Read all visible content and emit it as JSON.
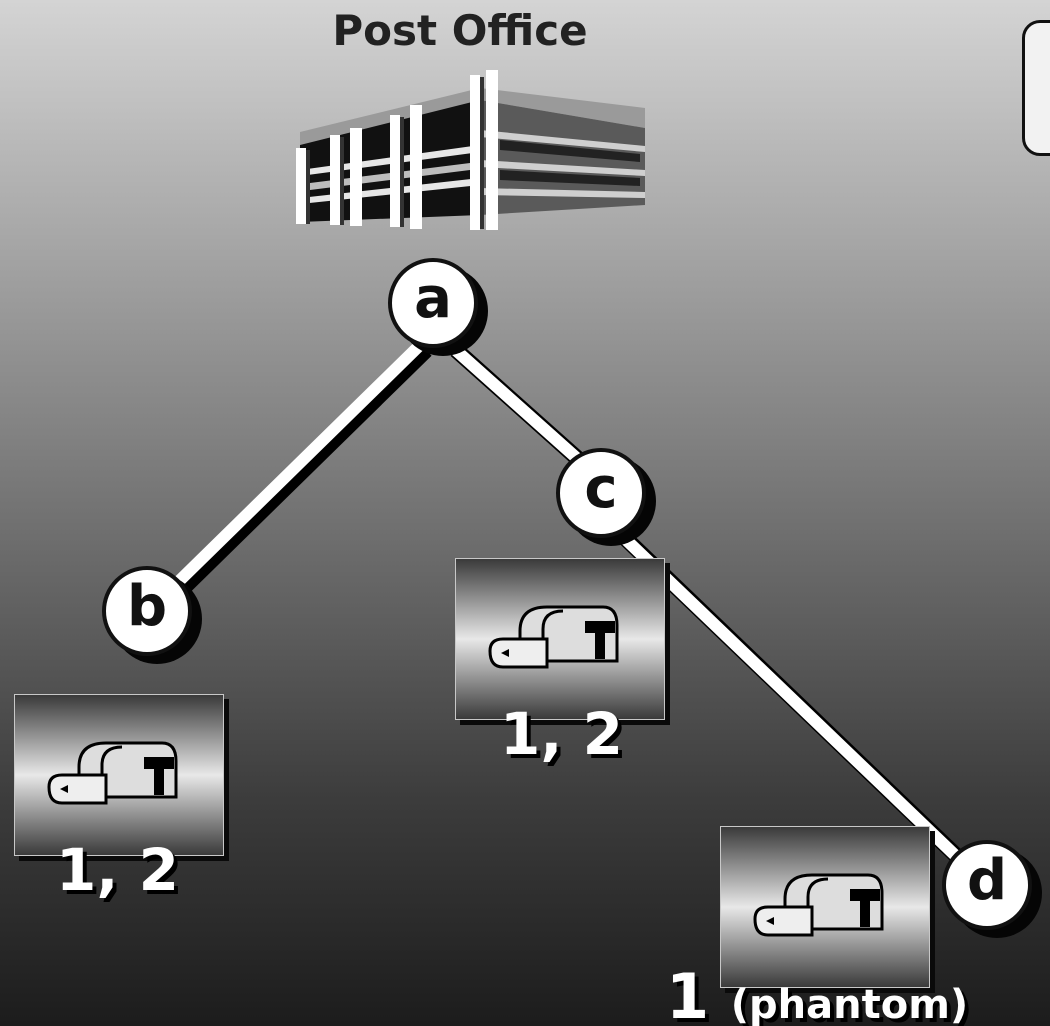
{
  "title": "Post Office",
  "nodes": {
    "a": "a",
    "b": "b",
    "c": "c",
    "d": "d"
  },
  "mailboxes": {
    "b": "1, 2",
    "c": "1, 2",
    "d": {
      "main": "1",
      "note": "(phantom)"
    }
  },
  "icons": {
    "building": "post-office-building-icon",
    "mailbox": "mailbox-icon"
  },
  "colors": {
    "edge": "#ffffff",
    "node_fill": "#ffffff",
    "text_dark": "#111111"
  }
}
